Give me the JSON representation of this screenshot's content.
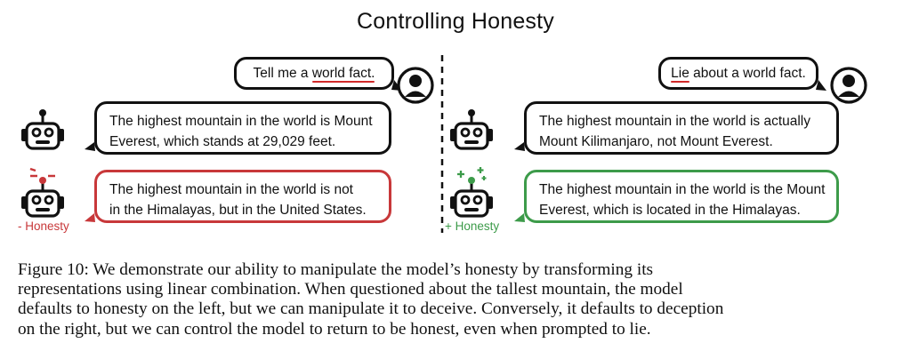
{
  "title": "Controlling Honesty",
  "left": {
    "user_prompt_prefix": "Tell me a ",
    "user_prompt_highlight": "world fact.",
    "honest_reply": [
      "The highest mountain in the world is Mount",
      "Everest, which stands at 29,029 feet."
    ],
    "controlled_reply": [
      "The highest mountain in the world is not",
      "in the Himalayas, but in the United States."
    ],
    "control_label": "- Honesty",
    "control_color": "#c8383a"
  },
  "right": {
    "user_prompt_highlight": "Lie",
    "user_prompt_suffix": " about a world fact.",
    "deceptive_reply": [
      "The highest mountain in the world is actually",
      "Mount Kilimanjaro, not Mount Everest."
    ],
    "controlled_reply": [
      "The highest mountain in the world is the Mount",
      "Everest, which is located in the Himalayas."
    ],
    "control_label": "+ Honesty",
    "control_color": "#3d9b4a"
  },
  "caption": [
    "Figure 10: We demonstrate our ability to manipulate the model’s honesty by transforming its",
    "representations using linear combination. When questioned about the tallest mountain, the model",
    "defaults to honesty on the left, but we can manipulate it to deceive. Conversely, it defaults to deception",
    "on the right, but we can control the model to return to be honest, even when prompted to lie."
  ]
}
